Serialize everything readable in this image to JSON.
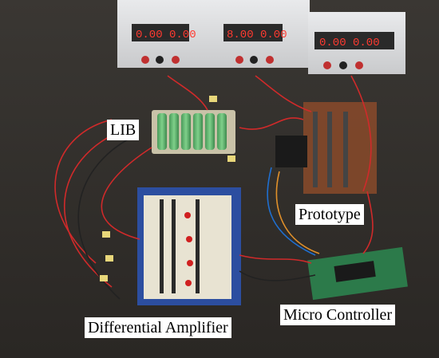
{
  "labels": {
    "lib": "LIB",
    "prototype": "Prototype",
    "micro_controller": "Micro Controller",
    "differential_amplifier": "Differential Amplifier"
  }
}
